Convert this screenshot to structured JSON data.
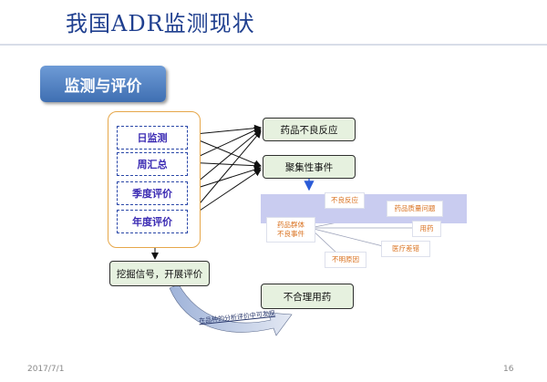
{
  "title": "我国ADR监测现状",
  "section_label": "监测与评价",
  "periods": [
    "日监测",
    "周汇总",
    "季度评价",
    "年度评价"
  ],
  "targets": {
    "adr": "药品不良反应",
    "cluster": "聚集性事件",
    "irrational": "不合理用药"
  },
  "mining": "挖掘信号，开展评价",
  "cluster_diagram": {
    "center": "药品群体\n不良事件",
    "items": [
      "不良反应",
      "药品质量问题",
      "用药",
      "医疗差错",
      "不明原因"
    ]
  },
  "arc_caption": "在品种的分析评价中可发现",
  "footer": {
    "date": "2017/7/1",
    "page": "16"
  },
  "colors": {
    "title": "#1f3f8f",
    "accent_orange": "#d9701e",
    "box_green": "#e6f1df",
    "band": "#c9ccf0"
  }
}
